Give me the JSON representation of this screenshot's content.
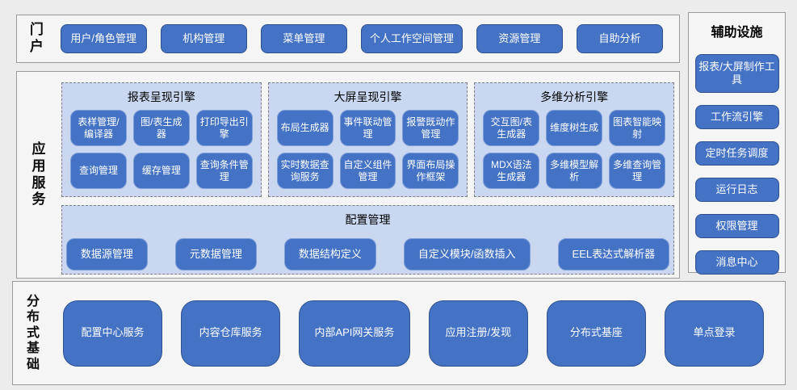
{
  "colors": {
    "accent_blue": "#4472c4",
    "button_border_dark": "#2f528f",
    "button_border_light": "#7e9ed8",
    "group_background": "#c9d7f1",
    "panel_background": "#f5f5f5",
    "panel_border": "#9a9a9a",
    "text_on_blue": "#ffffff"
  },
  "portal": {
    "label": "门户",
    "items": [
      "用户/角色管理",
      "机构管理",
      "菜单管理",
      "个人工作空间管理",
      "资源管理",
      "自助分析"
    ]
  },
  "app_services": {
    "label": "应用服务",
    "groups": [
      {
        "title": "报表呈现引擎",
        "items": [
          "表样管理/编译器",
          "图/表生成器",
          "打印导出引擎",
          "查询管理",
          "缓存管理",
          "查询条件管理"
        ]
      },
      {
        "title": "大屏呈现引擎",
        "items": [
          "布局生成器",
          "事件联动管理",
          "报警既动作管理",
          "实时数据查询服务",
          "自定义组件管理",
          "界面布局操作框架"
        ]
      },
      {
        "title": "多维分析引擎",
        "items": [
          "交互图/表生成器",
          "维度树生成",
          "图表智能映射",
          "MDX语法生成器",
          "多维模型解析",
          "多维查询管理"
        ]
      }
    ],
    "config": {
      "title": "配置管理",
      "items": [
        "数据源管理",
        "元数据管理",
        "数据结构定义",
        "自定义模块/函数插入",
        "EEL表达式解析器"
      ]
    }
  },
  "auxiliary": {
    "label": "辅助设施",
    "items": [
      "报表/大屏制作工具",
      "工作流引擎",
      "定时任务调度",
      "运行日志",
      "权限管理",
      "消息中心"
    ]
  },
  "distributed": {
    "label": "分布式基础",
    "items": [
      "配置中心服务",
      "内容仓库服务",
      "内部API网关服务",
      "应用注册/发现",
      "分布式基座",
      "单点登录"
    ]
  }
}
